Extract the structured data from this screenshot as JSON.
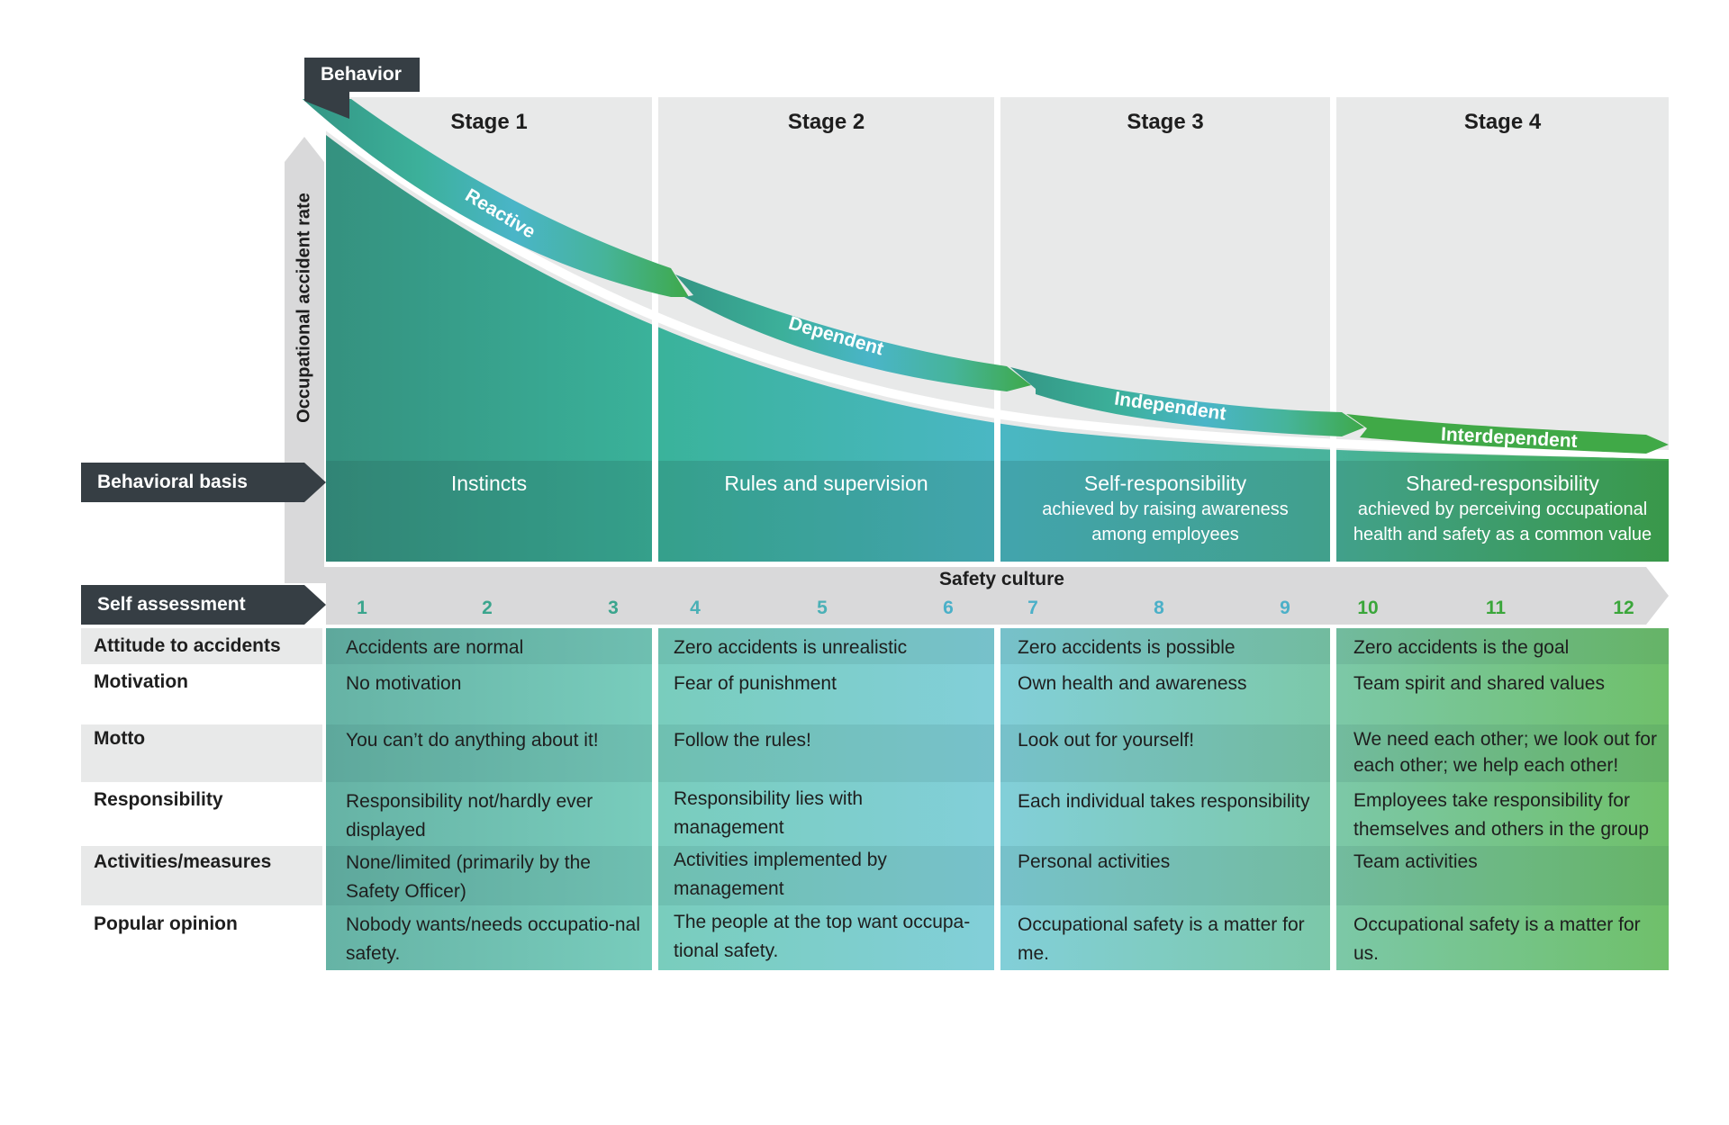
{
  "tags": {
    "behavior": "Behavior",
    "behavioral_basis": "Behavioral basis",
    "self_assessment": "Self assessment"
  },
  "y_axis_label": "Occupational accident rate",
  "x_axis_label": "Safety culture",
  "stages": [
    {
      "title": "Stage 1",
      "arrow": "Reactive",
      "basis_title": "Instincts",
      "basis_sub": ""
    },
    {
      "title": "Stage 2",
      "arrow": "Dependent",
      "basis_title": "Rules and supervision",
      "basis_sub": ""
    },
    {
      "title": "Stage 3",
      "arrow": "Independent",
      "basis_title": "Self-responsibility",
      "basis_sub": "achieved by raising awareness among employees"
    },
    {
      "title": "Stage 4",
      "arrow": "Interdependent",
      "basis_title": "Shared-responsibility",
      "basis_sub": "achieved by perceiving occupational health and safety as a common value"
    }
  ],
  "scale": [
    "1",
    "2",
    "3",
    "4",
    "5",
    "6",
    "7",
    "8",
    "9",
    "10",
    "11",
    "12"
  ],
  "rows": [
    {
      "label": "Attitude to accidents",
      "cells": [
        "Accidents are normal",
        "Zero accidents is unrealistic",
        "Zero accidents is possible",
        "Zero accidents is the goal"
      ]
    },
    {
      "label": "Motivation",
      "cells": [
        "No motivation",
        "Fear of punishment",
        "Own health and awareness",
        "Team spirit and shared values"
      ]
    },
    {
      "label": "Motto",
      "cells": [
        "You can’t do anything about it!",
        "Follow the rules!",
        "Look out for yourself!",
        "We need each other; we look out for each other; we help each other!"
      ]
    },
    {
      "label": "Responsibility",
      "cells": [
        "Responsibility not/hardly ever displayed",
        "Responsibility lies with management",
        "Each individual takes responsibility",
        "Employees take responsibility for themselves and others in the group"
      ]
    },
    {
      "label": "Activities/measures",
      "cells": [
        "None/limited (primarily by the Safety Officer)",
        "Activities implemented by management",
        "Personal activities",
        "Team activities"
      ]
    },
    {
      "label": "Popular opinion",
      "cells": [
        "Nobody wants/needs occupatio-nal safety.",
        "The people at the top want occupa-tional safety.",
        "Occupational safety is a matter for me.",
        "Occupational safety is a matter for us."
      ]
    }
  ],
  "colors": {
    "dark_tag": "#363e44",
    "panel_grey": "#e8e9e9",
    "arrow_grey": "#d9d9da",
    "teal": "#3aa48d",
    "cyan": "#63bfd2",
    "green": "#3fa93f",
    "number_teal": "#3aa58d",
    "number_cyan": "#4bb0c8",
    "number_green": "#3aa63a"
  }
}
